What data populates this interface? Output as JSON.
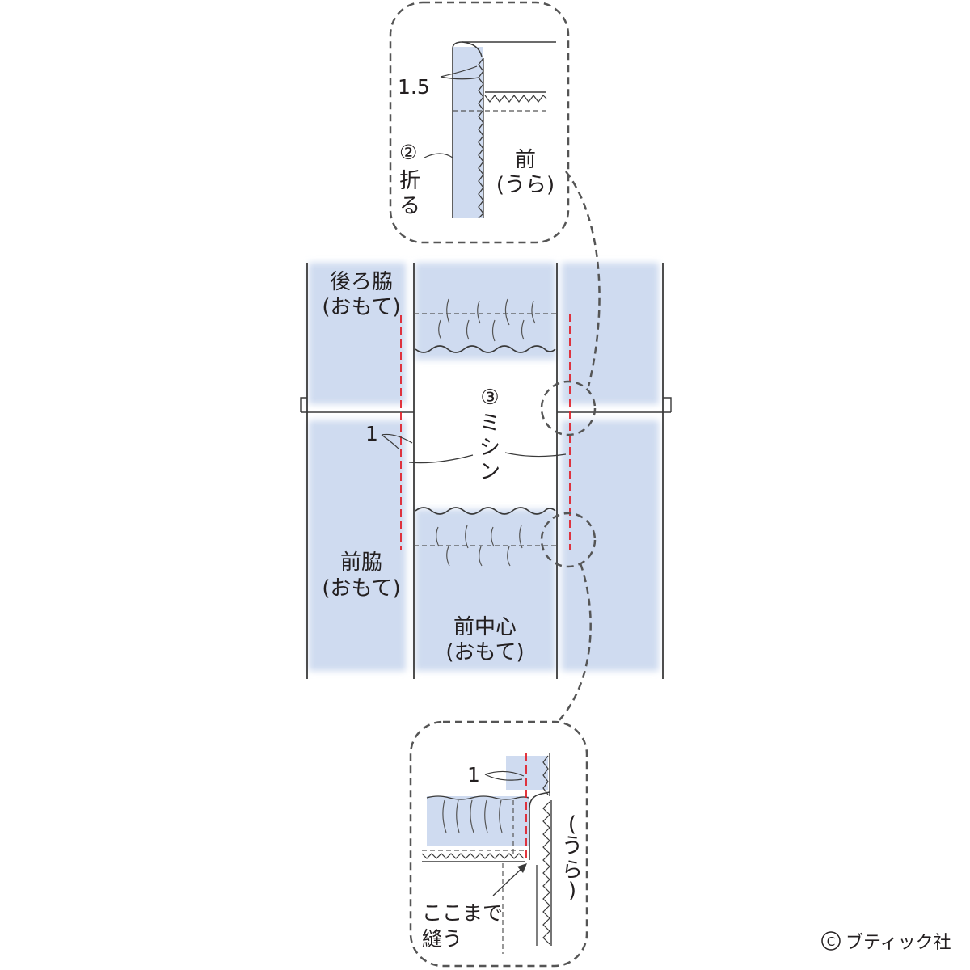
{
  "colors": {
    "fabric": "#cfdbf0",
    "line": "#3a3a3a",
    "stitch": "#e0202a",
    "callout": "#555555",
    "text": "#231f20"
  },
  "top_detail": {
    "seam_allowance": "1.5",
    "step_number": "②",
    "fold_label": [
      "折",
      "る"
    ],
    "panel_label": "前",
    "panel_side": "(うら)"
  },
  "main": {
    "back_side": {
      "name": "後ろ脇",
      "side": "(おもて)"
    },
    "front_side": {
      "name": "前脇",
      "side": "(おもて)"
    },
    "front_center": {
      "name": "前中心",
      "side": "(おもて)"
    },
    "seam_allowance": "1",
    "step_number": "③",
    "sew_label": [
      "ミ",
      "シ",
      "ン"
    ]
  },
  "bottom_detail": {
    "seam_allowance": "1",
    "side_label": [
      "(",
      "う",
      "ら",
      ")"
    ],
    "sew_to_here": [
      "ここまで",
      "縫う"
    ]
  },
  "copyright": "ブティック社",
  "copyright_symbol": "C"
}
